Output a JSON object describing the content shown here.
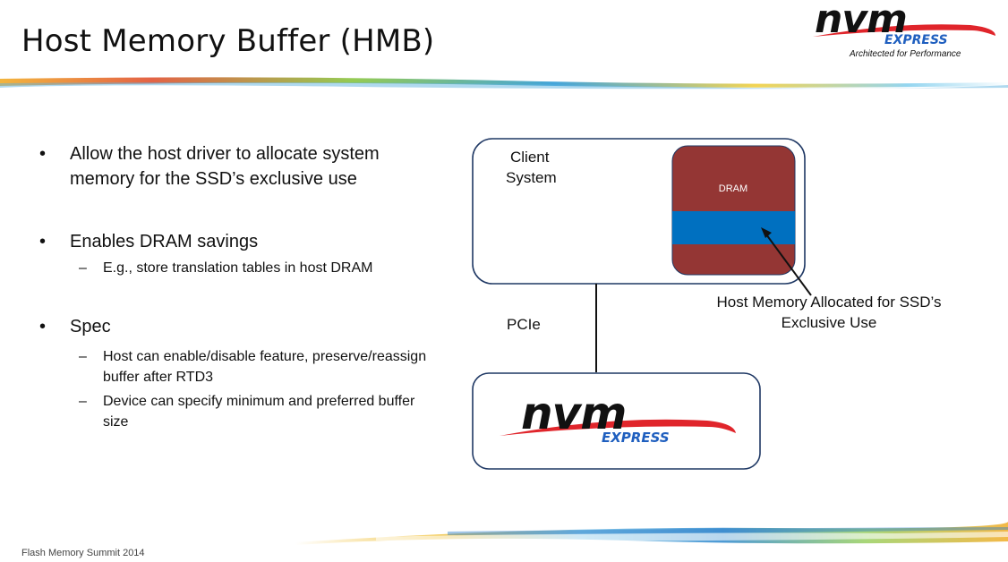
{
  "slide": {
    "title": "Host Memory Buffer (HMB)",
    "footer": "Flash Memory Summit 2014"
  },
  "logo": {
    "wordmark": "nvm",
    "subtext": "EXPRESS",
    "tagline": "Architected for Performance"
  },
  "bullets": [
    {
      "text": "Allow the host driver to allocate system memory for the SSD’s exclusive use",
      "subitems": []
    },
    {
      "text": "Enables DRAM savings",
      "subitems": [
        "E.g., store translation tables in host DRAM"
      ]
    },
    {
      "text": "Spec",
      "subitems": [
        "Host can enable/disable feature, preserve/reassign buffer after RTD3",
        "Device can specify minimum and preferred buffer size"
      ]
    }
  ],
  "diagram": {
    "client_label_line1": "Client",
    "client_label_line2": "System",
    "dram_label": "DRAM",
    "link_label": "PCIe",
    "annotation_line1": "Host Memory Allocated for SSD’s",
    "annotation_line2": "Exclusive Use",
    "colors": {
      "box_border": "#1f3864",
      "dram_fill": "#943634",
      "hmb_fill": "#0070c0",
      "logo_blue": "#1f5fbf",
      "logo_red": "#e0252b"
    }
  }
}
